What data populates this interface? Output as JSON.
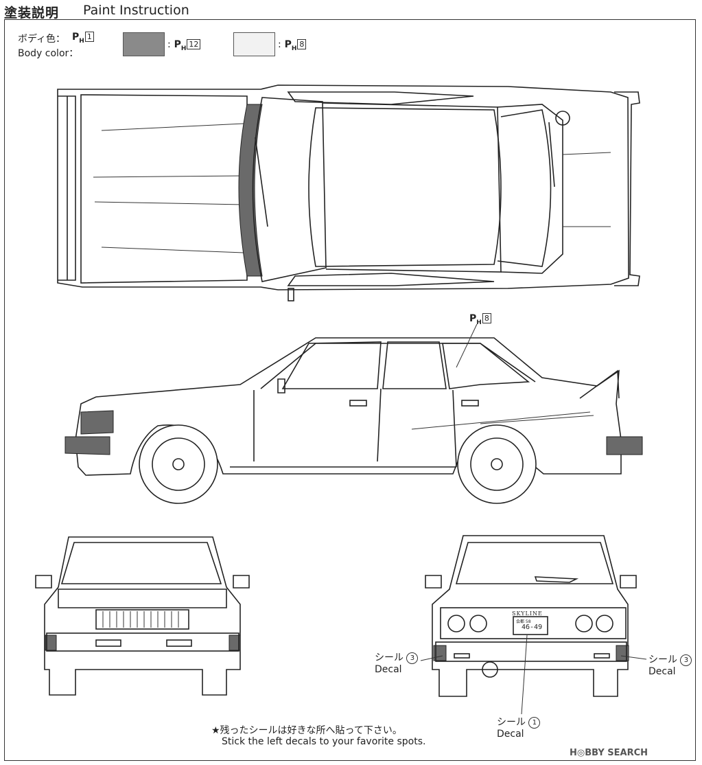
{
  "header": {
    "title_jp": "塗装説明",
    "title_en": "Paint Instruction"
  },
  "legend": {
    "body_color_label_jp": "ボディ色：",
    "body_color_label_en": "Body color：",
    "ph_prefix": "P",
    "ph_sub": "H",
    "body_color_code": "1",
    "swatch1_sep": ":",
    "swatch1_code": "12",
    "swatch1_color": "#8a8a8a",
    "swatch2_sep": ":",
    "swatch2_code": "8",
    "swatch2_color": "#f2f2f2"
  },
  "side_view": {
    "callout_code": "8"
  },
  "callouts": {
    "decal_left_jp": "シール",
    "decal_left_en": "Decal",
    "decal_left_num": "3",
    "decal_right_jp": "シール",
    "decal_right_en": "Decal",
    "decal_right_num": "3",
    "decal_bottom_jp": "シール",
    "decal_bottom_en": "Decal",
    "decal_bottom_num": "1"
  },
  "rear_view": {
    "badge_text": "SKYLINE",
    "plate_top": "会都 58",
    "plate_number": "46-49"
  },
  "footer": {
    "note_jp": "★残ったシールは好きな所へ貼って下さい。",
    "note_en": "Stick the left decals to your favorite spots.",
    "watermark": "H◎BBY SEARCH"
  },
  "icons": [
    "car-top-view",
    "car-side-view",
    "car-front-view",
    "car-rear-view"
  ]
}
